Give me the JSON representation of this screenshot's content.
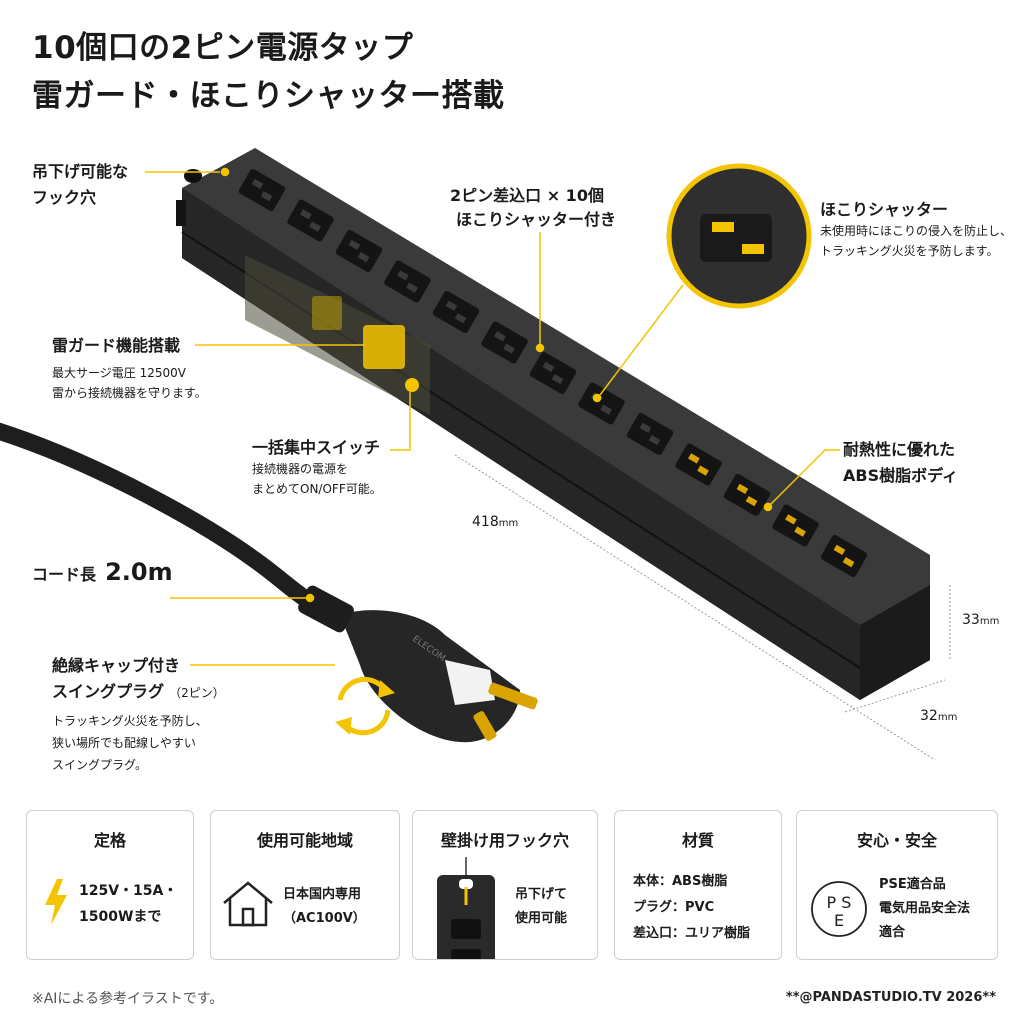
{
  "title": {
    "line1": "10個口の2ピン電源タップ",
    "line2": "雷ガード・ほこりシャッター搭載"
  },
  "colors": {
    "accent": "#f5c400",
    "body": "#2b2b2b",
    "text": "#1a1a1a"
  },
  "callouts": {
    "hook": {
      "line1": "吊下げ可能な",
      "line2": "フック穴"
    },
    "outlets": {
      "line1": "2ピン差込口 × 10個",
      "line2": "ほこりシャッター付き"
    },
    "shutter": {
      "title": "ほこりシャッター",
      "line1": "未使用時にほこりの侵入を防止し、",
      "line2": "トラッキング火災を予防します。"
    },
    "surge": {
      "title": "雷ガード機能搭載",
      "line1": "最大サージ電圧 12500V",
      "line2": "雷から接続機器を守ります。"
    },
    "switch": {
      "title": "一括集中スイッチ",
      "line1": "接続機器の電源を",
      "line2": "まとめてON/OFF可能。"
    },
    "body_material": {
      "line1": "耐熱性に優れた",
      "line2": "ABS樹脂ボディ"
    },
    "cord": {
      "label": "コード長",
      "value": "2.0m"
    },
    "plug": {
      "line1": "絶縁キャップ付き",
      "line2": "スイングプラグ",
      "suffix": "（2ピン）",
      "desc1": "トラッキング火災を予防し、",
      "desc2": "狭い場所でも配線しやすい",
      "desc3": "スイングプラグ。"
    }
  },
  "dimensions": {
    "length": {
      "value": "418",
      "unit": "mm"
    },
    "height": {
      "value": "33",
      "unit": "mm"
    },
    "width": {
      "value": "32",
      "unit": "mm"
    }
  },
  "brand_on_plug": "ELECOM",
  "cards": [
    {
      "title": "定格",
      "icon": "lightning-icon",
      "lines": [
        "125V・15A・",
        "1500Wまで"
      ]
    },
    {
      "title": "使用可能地域",
      "icon": "house-icon",
      "lines": [
        "日本国内専用",
        "（AC100V）"
      ]
    },
    {
      "title": "壁掛け用フック穴",
      "icon": "hook-tap-icon",
      "lines": [
        "吊下げて",
        "使用可能"
      ]
    },
    {
      "title": "材質",
      "icon": "",
      "lines": [
        "本体：ABS樹脂",
        "プラグ：PVC",
        "差込口：ユリア樹脂"
      ]
    },
    {
      "title": "安心・安全",
      "icon": "pse-mark-icon",
      "lines": [
        "PSE適合品",
        "電気用品安全法",
        "適合"
      ],
      "mark": {
        "top": "P S",
        "bottom": "E"
      }
    }
  ],
  "footer": {
    "note": "※AIによる参考イラストです。",
    "credit": "**@PANDASTUDIO.TV 2026**"
  }
}
